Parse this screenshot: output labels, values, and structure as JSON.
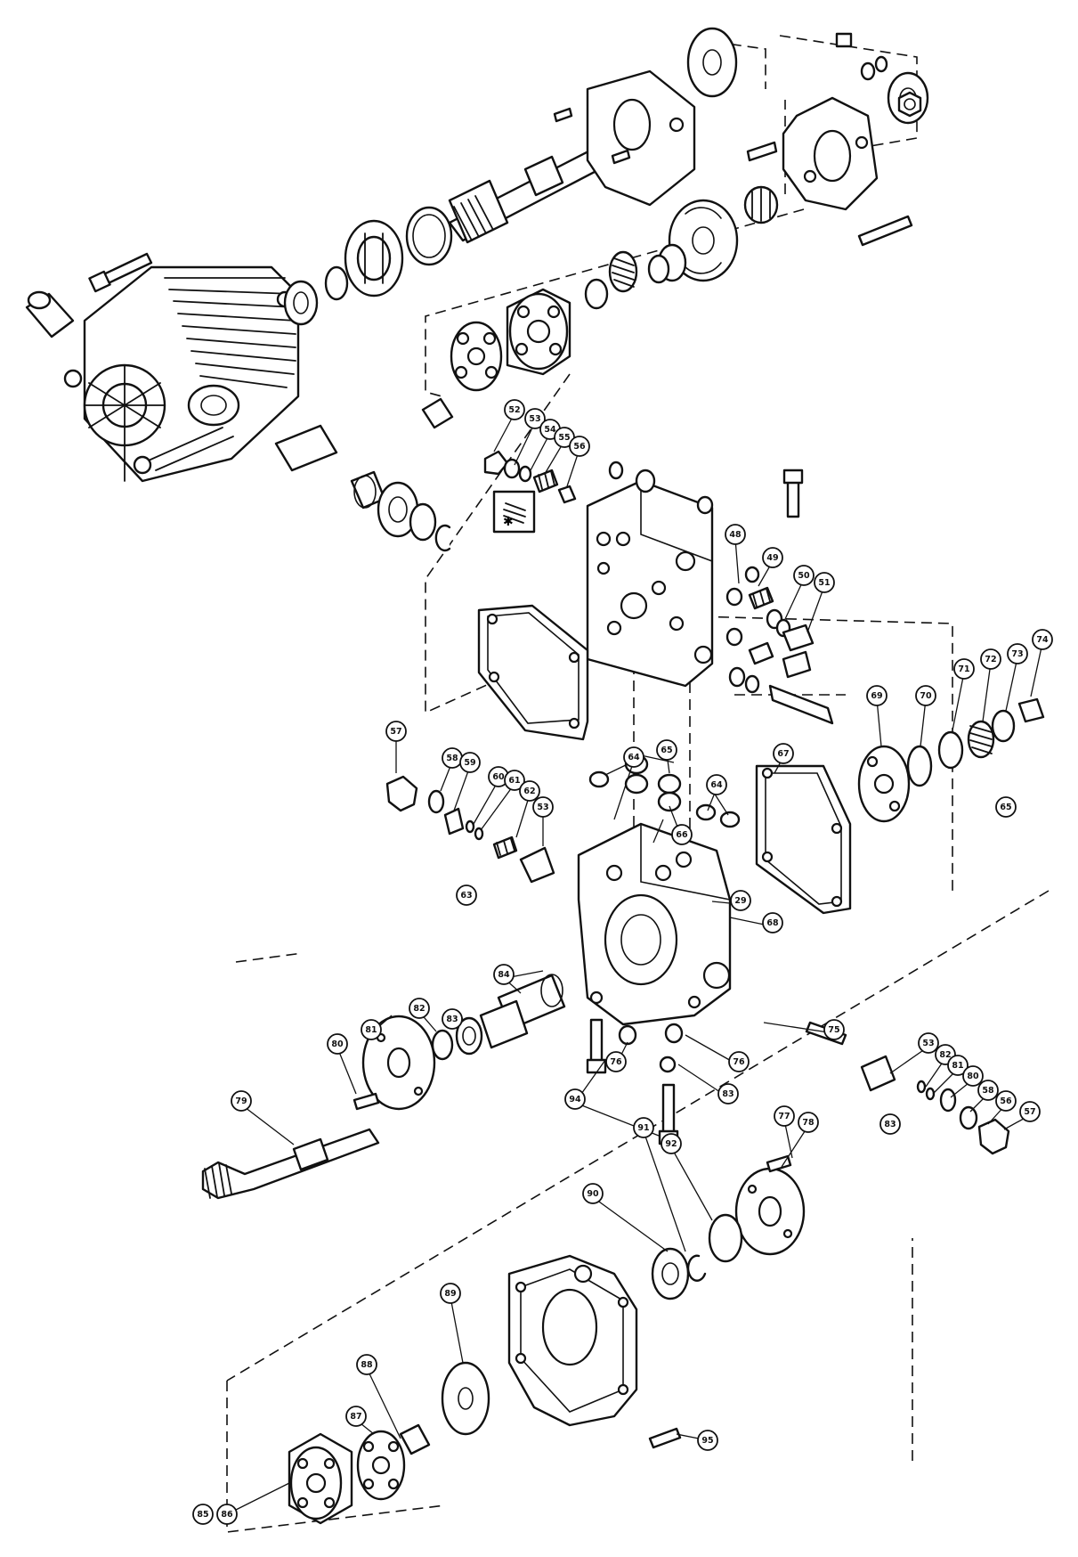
{
  "callouts": [
    "52",
    "53",
    "54",
    "55",
    "56",
    "48",
    "49",
    "50",
    "51",
    "74",
    "73",
    "72",
    "71",
    "70",
    "69",
    "65",
    "57",
    "58",
    "59",
    "60",
    "61",
    "62",
    "53",
    "63",
    "64",
    "65",
    "66",
    "64",
    "67",
    "29",
    "68",
    "84",
    "83",
    "82",
    "81",
    "80",
    "79",
    "75",
    "76",
    "76",
    "83",
    "94",
    "53",
    "82",
    "81",
    "80",
    "58",
    "56",
    "57",
    "83",
    "77",
    "78",
    "92",
    "91",
    "90",
    "89",
    "88",
    "87",
    "86",
    "85",
    "95"
  ],
  "inset_symbol": "✱"
}
